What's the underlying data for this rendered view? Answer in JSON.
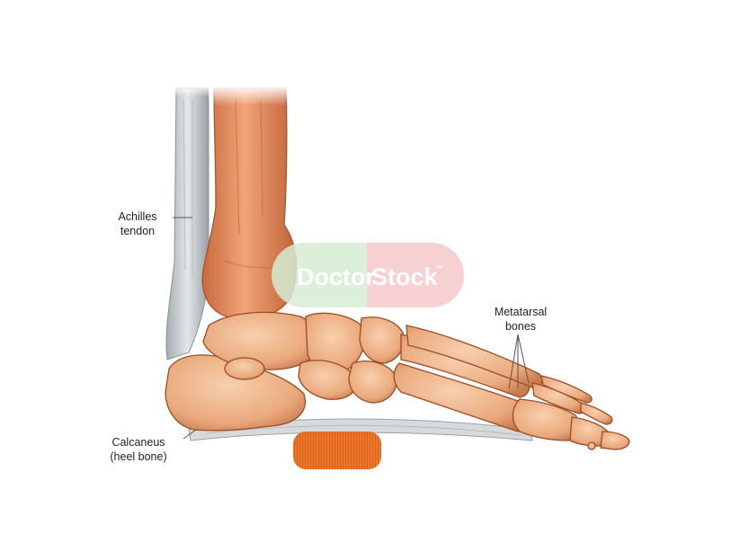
{
  "labels": {
    "achilles": [
      "Achilles",
      "tendon"
    ],
    "calcaneus": [
      "Calcaneus",
      "(heel bone)"
    ],
    "metatarsal": [
      "Metatarsal",
      "bones"
    ]
  },
  "watermark": {
    "word1": "Doctor",
    "word2": "Stock",
    "trademark": "™"
  },
  "colors": {
    "bone": "#efb68a",
    "bone_shadow": "#c9784a",
    "bone_outline": "#9a4d26",
    "tibia": "#de8a5c",
    "tendon": "#cfd3d6",
    "tendon_shadow": "#9ea4a9",
    "callout_line": "#666666",
    "heel_pad": "#f07a2c",
    "watermark_green": "#d5edd3",
    "watermark_pink": "#f6c8cb"
  }
}
